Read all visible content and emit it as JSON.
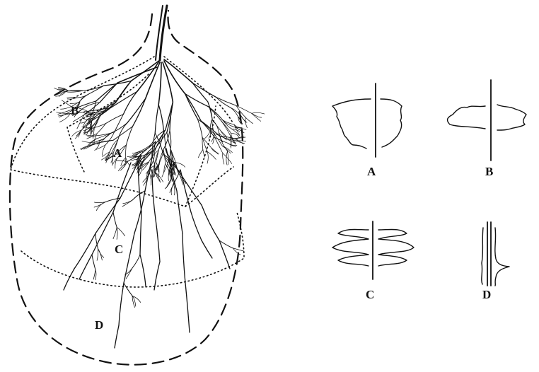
{
  "diagram": {
    "root_system_labels": [
      "A",
      "B",
      "C",
      "D"
    ],
    "profile_labels": [
      "A",
      "B",
      "C",
      "D"
    ]
  }
}
